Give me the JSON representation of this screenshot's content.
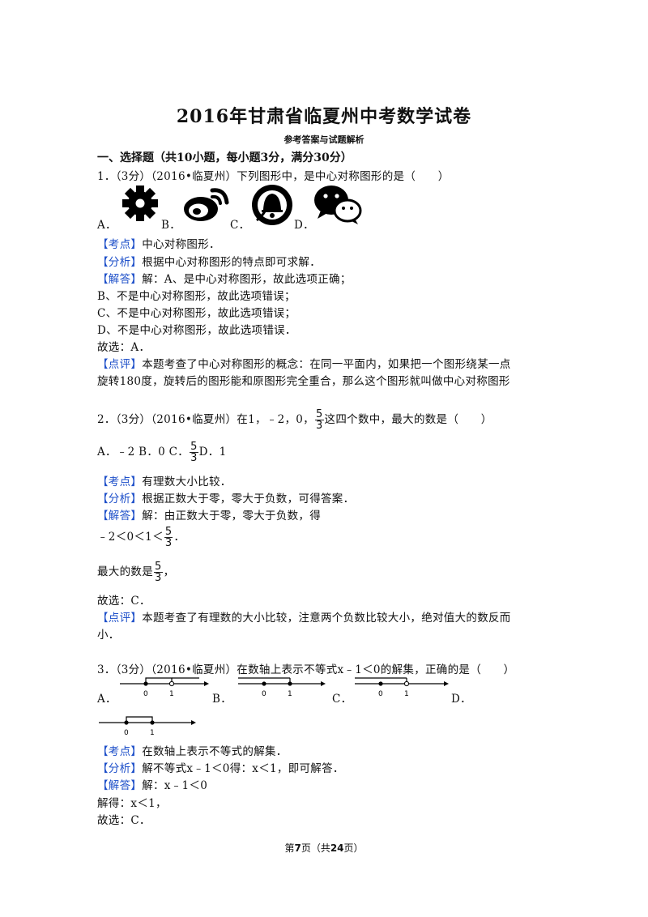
{
  "title": "2016年甘肃省临夏州中考数学试卷",
  "subtitle": "参考答案与试题解析",
  "section": "一、选择题（共10小题，每小题3分，满分30分）",
  "tags": {
    "kaodian": "【考点】",
    "fenxi": "【分析】",
    "jieda": "【解答】",
    "dianping": "【点评】"
  },
  "q1": {
    "stem": "1．（3分）（2016•临夏州）下列图形中，是中心对称图形的是（　　）",
    "options": [
      "A．",
      "B．",
      "C．",
      "D．"
    ],
    "icons": [
      "gear-icon",
      "weibo-icon",
      "bell-icon",
      "wechat-icon"
    ],
    "kaodian": "中心对称图形．",
    "fenxi": "根据中心对称图形的特点即可求解．",
    "jieda": "解：A、是中心对称图形，故此选项正确；",
    "lines": [
      "B、不是中心对称图形，故此选项错误；",
      "C、不是中心对称图形，故此选项错误；",
      "D、不是中心对称图形，故此选项错误．",
      "故选：A．"
    ],
    "dianping": "本题考查了中心对称图形的概念：在同一平面内，如果把一个图形绕某一点",
    "dianping2": "旋转180度，旋转后的图形能和原图形完全重合，那么这个图形就叫做中心对称图形"
  },
  "q2": {
    "stem_a": "2．（3分）（2016•临夏州）在1，﹣2，0，",
    "stem_b": "这四个数中，最大的数是（　　）",
    "options_a": "A．﹣2 B．0 C．",
    "options_b": "D．1",
    "frac_num": "5",
    "frac_den": "3",
    "kaodian": "有理数大小比较．",
    "fenxi": "根据正数大于零，零大于负数，可得答案．",
    "jieda": "解：由正数大于零，零大于负数，得",
    "ineq": "﹣2＜0＜1＜",
    "ineq_end": "．",
    "max_a": "最大的数是",
    "max_b": "，",
    "choose": "故选：C．",
    "dianping": "本题考查了有理数的大小比较，注意两个负数比较大小，绝对值大的数反而",
    "dianping2": "小．"
  },
  "q3": {
    "stem": "3．（3分）（2016•临夏州）在数轴上表示不等式x﹣1＜0的解集，正确的是（　　）",
    "options": [
      "A．",
      "B．",
      "C．",
      "D．"
    ],
    "tick0": "0",
    "tick1": "1",
    "kaodian": "在数轴上表示不等式的解集．",
    "fenxi": "解不等式x﹣1＜0得：x＜1，即可解答．",
    "jieda": "解：x﹣1＜0",
    "lines": [
      "解得：x＜1，",
      "故选：C．"
    ]
  },
  "footer": {
    "a": "第",
    "page": "7",
    "b": "页（共",
    "total": "24",
    "c": "页）"
  }
}
